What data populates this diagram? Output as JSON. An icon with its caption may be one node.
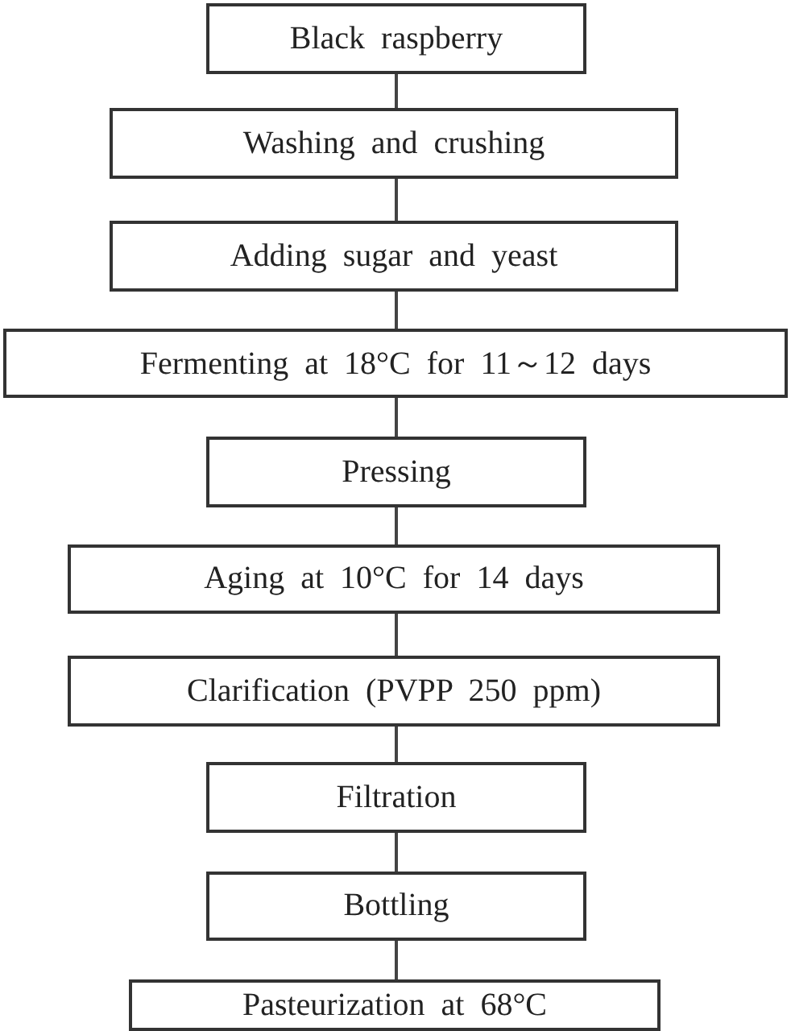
{
  "diagram": {
    "nodes": [
      {
        "text": [
          "Black raspberry"
        ]
      },
      {
        "text": [
          "Washing and crushing"
        ]
      },
      {
        "text": [
          "Adding sugar and yeast"
        ]
      },
      {
        "text": [
          "Fermenting at 18°C for 11～12 days"
        ]
      },
      {
        "text": [
          "Pressing"
        ]
      },
      {
        "text": [
          "Aging at 10°C for 14 days"
        ]
      },
      {
        "text": [
          "Clarification (PVPP 250 ppm)"
        ]
      },
      {
        "text": [
          "Filtration"
        ]
      },
      {
        "text": [
          "Bottling"
        ]
      },
      {
        "text": [
          "Pasteurization at 68°C"
        ]
      }
    ],
    "edges": [
      {
        "from": 0,
        "to": 1,
        "arrow": "none"
      },
      {
        "from": 1,
        "to": 2,
        "arrow": "none"
      },
      {
        "from": 2,
        "to": 3,
        "arrow": "none"
      },
      {
        "from": 3,
        "to": 4,
        "arrow": "none"
      },
      {
        "from": 4,
        "to": 5,
        "arrow": "none"
      },
      {
        "from": 5,
        "to": 6,
        "arrow": "none"
      },
      {
        "from": 6,
        "to": 7,
        "arrow": "none"
      },
      {
        "from": 7,
        "to": 8,
        "arrow": "none"
      },
      {
        "from": 8,
        "to": 9,
        "arrow": "none"
      }
    ]
  }
}
